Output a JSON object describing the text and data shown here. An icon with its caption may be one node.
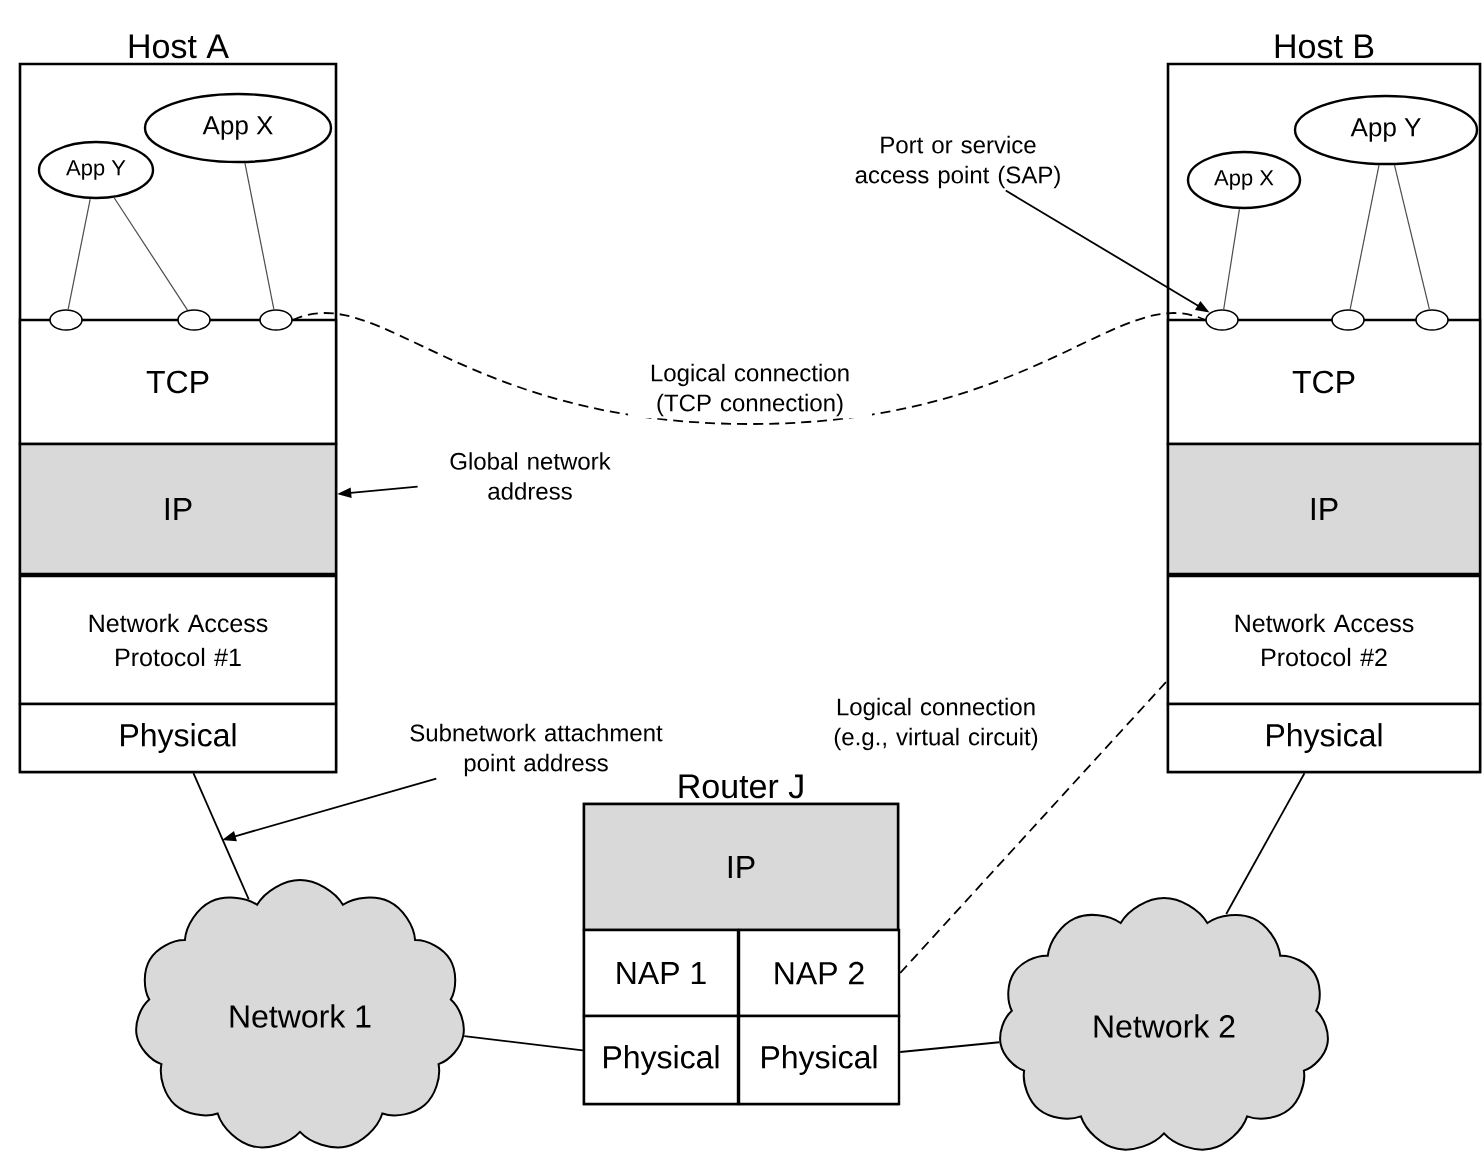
{
  "diagram": {
    "nodes": [
      {
        "text": [
          "Host A"
        ]
      },
      {
        "text": [
          "App Y"
        ],
        "in": 0
      },
      {
        "text": [
          "App X"
        ],
        "in": 0
      },
      {
        "text": [],
        "shape": "circle",
        "in": 0
      },
      {
        "text": [],
        "shape": "circle",
        "in": 0
      },
      {
        "text": [],
        "shape": "circle",
        "in": 0
      },
      {
        "text": [
          "TCP"
        ],
        "in": 0
      },
      {
        "text": [
          "IP"
        ],
        "in": 0
      },
      {
        "text": [
          "Network Access Protocol #1"
        ],
        "in": 0
      },
      {
        "text": [
          "Physical"
        ],
        "in": 0
      },
      {
        "text": [
          "Host B"
        ]
      },
      {
        "text": [
          "App X"
        ],
        "in": 10
      },
      {
        "text": [
          "App Y"
        ],
        "in": 10
      },
      {
        "text": [],
        "shape": "circle",
        "in": 10
      },
      {
        "text": [],
        "shape": "circle",
        "in": 10
      },
      {
        "text": [],
        "shape": "circle",
        "in": 10
      },
      {
        "text": [
          "TCP"
        ],
        "in": 10
      },
      {
        "text": [
          "IP"
        ],
        "in": 10
      },
      {
        "text": [
          "Network Access Protocol #2"
        ],
        "in": 10
      },
      {
        "text": [
          "Physical"
        ],
        "in": 10
      },
      {
        "text": [
          "Router J"
        ]
      },
      {
        "text": [
          "IP"
        ],
        "in": 20
      },
      {
        "text": [
          "NAP 1"
        ],
        "in": 20
      },
      {
        "text": [
          "NAP 2"
        ],
        "in": 20
      },
      {
        "text": [
          "Physical"
        ],
        "in": 20
      },
      {
        "text": [
          "Physical"
        ],
        "in": 20
      },
      {
        "text": [
          "Network 1"
        ]
      },
      {
        "text": [
          "Network 2"
        ]
      },
      {
        "text": [
          "Port or service access point (SAP)"
        ]
      },
      {
        "text": [
          "Global network address"
        ]
      },
      {
        "text": [
          "Subnetwork attachment point address"
        ]
      }
    ],
    "edges": [
      {
        "from": 1,
        "to": 3,
        "arrow": "none"
      },
      {
        "from": 1,
        "to": 4,
        "arrow": "none"
      },
      {
        "from": 2,
        "to": 5,
        "arrow": "none"
      },
      {
        "from": 11,
        "to": 13,
        "arrow": "none"
      },
      {
        "from": 12,
        "to": 14,
        "arrow": "none"
      },
      {
        "from": 12,
        "to": 15,
        "arrow": "none"
      },
      {
        "from": 5,
        "to": 13,
        "arrow": "none",
        "style": "dashed",
        "label": "Logical connection (TCP connection)"
      },
      {
        "from": 28,
        "to": 13,
        "arrow": "to"
      },
      {
        "from": 29,
        "to": 7,
        "arrow": "to"
      },
      {
        "from": 30,
        "to": null,
        "arrow": "to"
      },
      {
        "from": 9,
        "to": 26,
        "arrow": "none"
      },
      {
        "from": 26,
        "to": 24,
        "arrow": "none"
      },
      {
        "from": 25,
        "to": 27,
        "arrow": "none"
      },
      {
        "from": 27,
        "to": 19,
        "arrow": "none"
      },
      {
        "from": 23,
        "to": 18,
        "arrow": "none",
        "style": "dashed",
        "label": "Logical connection (e.g., virtual circuit)"
      }
    ]
  }
}
